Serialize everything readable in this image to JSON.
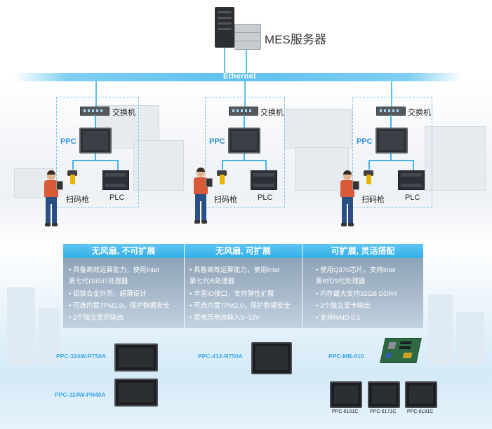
{
  "server": {
    "label": "MES服务器"
  },
  "network": {
    "label": "Ethernet"
  },
  "stations": [
    {
      "switch_label": "交换机",
      "ppc_label": "PPC",
      "scanner_label": "扫码枪",
      "plc_label": "PLC"
    },
    {
      "switch_label": "交换机",
      "ppc_label": "PPC",
      "scanner_label": "扫码枪",
      "plc_label": "PLC"
    },
    {
      "switch_label": "交换机",
      "ppc_label": "PPC",
      "scanner_label": "扫码枪",
      "plc_label": "PLC"
    }
  ],
  "features": [
    {
      "title": "无风扇, 不可扩展",
      "items": [
        "• 具备高效运算能力，使用Intel",
        "  第七代i3/i5/i7处理器",
        "• 铝镁合金外壳，超薄设计",
        "• 可选内置TPM2.0，保护数据安全",
        "• 2个独立显示输出"
      ]
    },
    {
      "title": "无风扇, 可扩展",
      "items": [
        "• 具备高效运算能力，使用Intel",
        "  第七代i5处理器",
        "• 丰富IO接口，支持弹性扩展",
        "• 可选内置TPM2.0，保护数据安全",
        "• 宽电压电流输入9~32V"
      ]
    },
    {
      "title": "可扩展, 灵活搭配",
      "items": [
        "• 使用Q370芯片，支持Intel",
        "  第8代/9代处理器",
        "• 内存最大支持32GB DDR4",
        "• 3个独立显卡输出",
        "• 支持RAID 0,1"
      ]
    }
  ],
  "products": {
    "col1": [
      "PPC-324W-P750A",
      "PPC-324W-PN40A"
    ],
    "col2": [
      "PPC-412-R750A"
    ],
    "col3_board": "PPC-MB-610",
    "col3_panels": [
      "PPC-6151C",
      "PPC-6171C",
      "PPC-6191C"
    ]
  },
  "colors": {
    "accent": "#35aee8",
    "label_blue": "#40a9e3",
    "ppc_blue": "#2c8fd8"
  }
}
